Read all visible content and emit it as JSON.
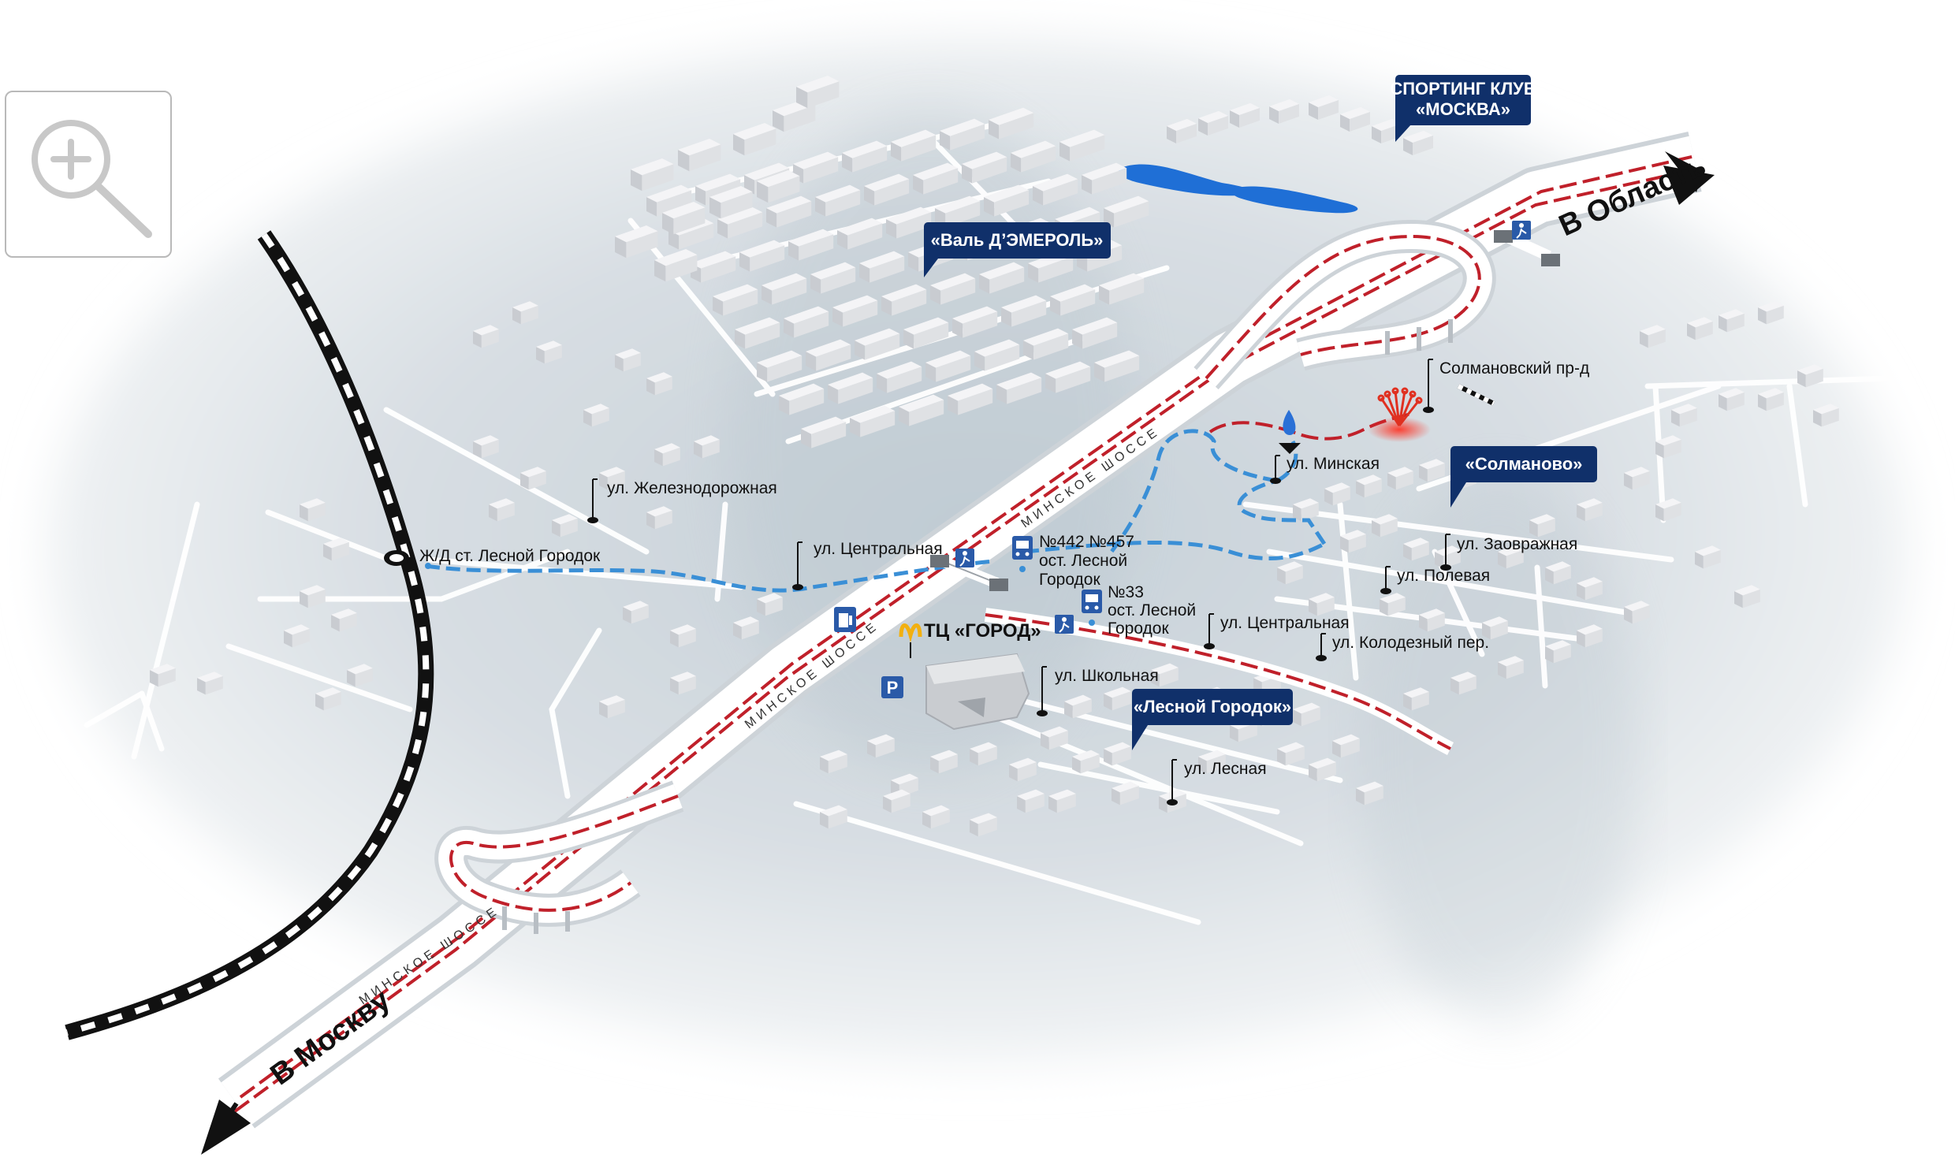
{
  "zoom_control": {
    "icon": "zoom-in-icon"
  },
  "colors": {
    "callout_bg": "#10306a",
    "route_red": "#c0202a",
    "route_blue": "#3a8fd6",
    "railway": "#111111",
    "water": "#1f6fd6",
    "buildings": "#ececee",
    "roads": "#ffffff"
  },
  "districts": {
    "valdemerol": "«Валь Д’ЭМЕРОЛЬ»",
    "sporting_line1": "СПОРТИНГ КЛУБ",
    "sporting_line2": "«МОСКВА»",
    "solmanovo": "«Солманово»",
    "lesnoy": "«Лесной Городок»"
  },
  "directions": {
    "to_moscow": "В Москву",
    "to_region": "В Область"
  },
  "road_names": {
    "highway_upper": "МИНСКОЕ ШОССЕ",
    "highway_middle": "МИНСКОЕ ШОССЕ",
    "highway_lower": "МИНСКОЕ ШОССЕ"
  },
  "streets": {
    "zheleznodorozhnaya": "ул. Железнодорожная",
    "station": "Ж/Д ст. Лесной Городок",
    "tsentralnaya_west": "ул. Центральная",
    "minskaya": "ул. Минская",
    "solmanovsky": "Солмановский пр-д",
    "zaovrazhnaya": "ул. Заовражная",
    "polevaya": "ул. Полевая",
    "tsentralnaya_east": "ул. Центральная",
    "kolodezny": "ул. Колодезный пер.",
    "shkolnaya": "ул. Школьная",
    "lesnaya": "ул. Лесная"
  },
  "bus_stops": {
    "stop1_routes": "№442   №457",
    "stop1_line1": "ост. Лесной",
    "stop1_line2": "Городок",
    "stop2_route": "№33",
    "stop2_line1": "ост. Лесной",
    "stop2_line2": "Городок"
  },
  "mall": {
    "name": "ТЦ «ГОРОД»"
  },
  "icons": {
    "parking": "P",
    "mcdonalds": "mcdonalds-icon",
    "fuel": "fuel-icon",
    "pedestrian": "pedestrian-crossing-icon",
    "bus": "bus-stop-icon",
    "gas": "gas-flame-icon",
    "destination": "destination-burst-icon"
  }
}
